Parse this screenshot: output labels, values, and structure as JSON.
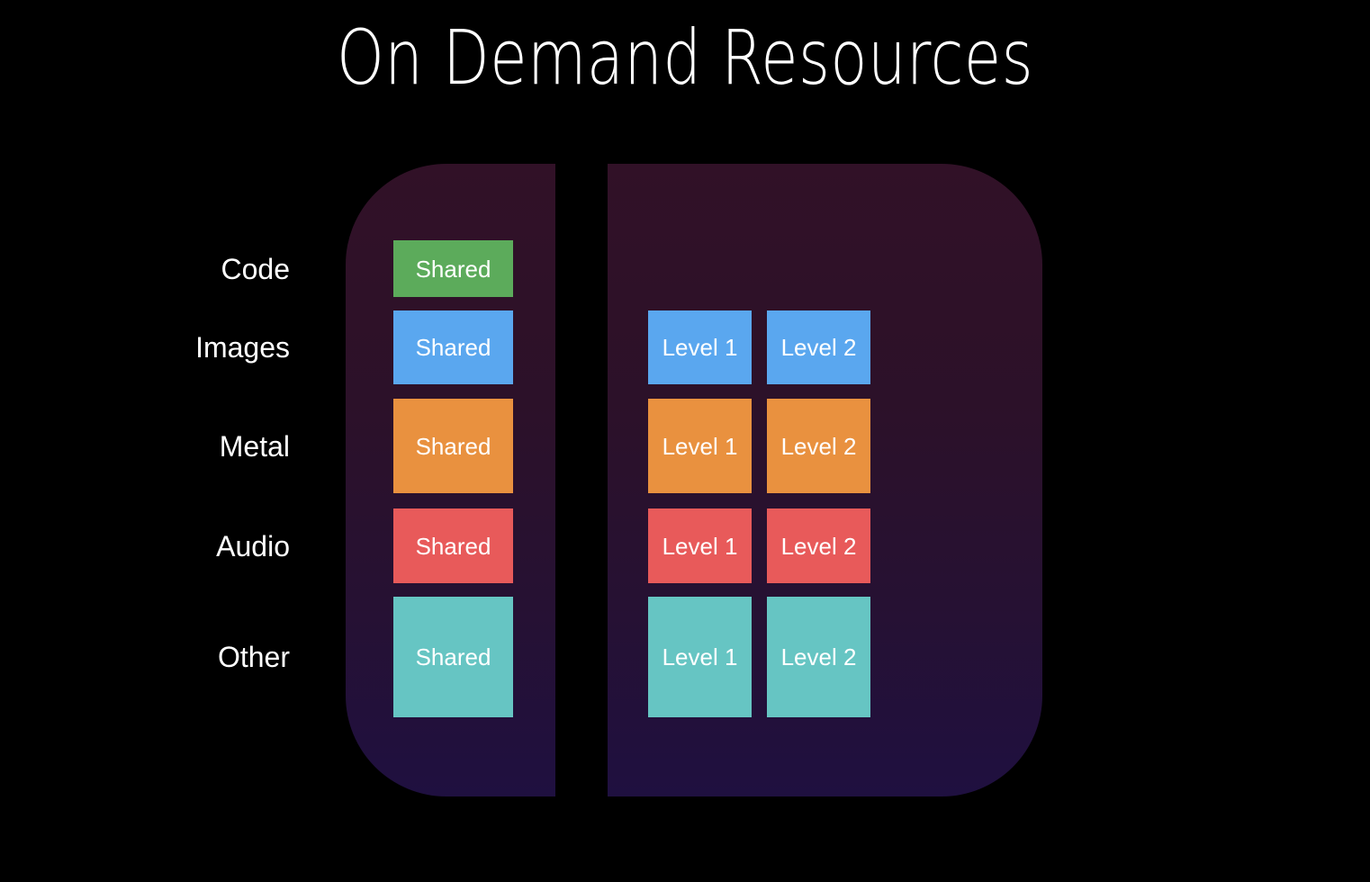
{
  "slide": {
    "title": "On Demand Resources",
    "background_color": "#000000",
    "text_color": "#ffffff"
  },
  "panels": {
    "shared_panel": {
      "name": "Shared panel",
      "gradient_top": "#311127",
      "gradient_bottom": "#1f1040"
    },
    "levels_panel": {
      "name": "Levels panel",
      "gradient_top": "#311127",
      "gradient_bottom": "#1f1040"
    }
  },
  "columns": {
    "shared_label": "Shared",
    "level1_label": "Level 1",
    "level2_label": "Level 2"
  },
  "rows": [
    {
      "label": "Code",
      "color": "#5cab5b",
      "shared": "Shared",
      "level1": null,
      "level2": null
    },
    {
      "label": "Images",
      "color": "#5aa7ef",
      "shared": "Shared",
      "level1": "Level 1",
      "level2": "Level 2"
    },
    {
      "label": "Metal",
      "color": "#e9913f",
      "shared": "Shared",
      "level1": "Level 1",
      "level2": "Level 2"
    },
    {
      "label": "Audio",
      "color": "#e85a5a",
      "shared": "Shared",
      "level1": "Level 1",
      "level2": "Level 2"
    },
    {
      "label": "Other",
      "color": "#66c5c3",
      "shared": "Shared",
      "level1": "Level 1",
      "level2": "Level 2"
    }
  ]
}
